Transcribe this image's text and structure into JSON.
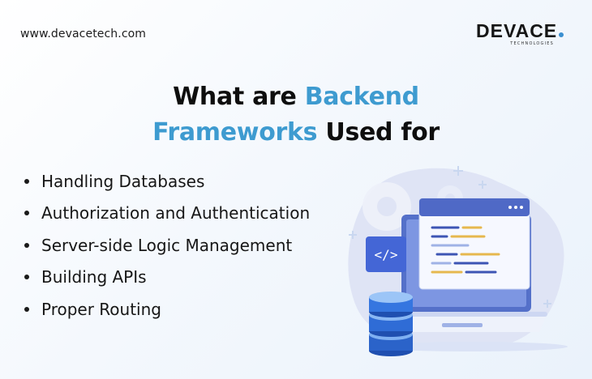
{
  "header": {
    "url": "www.devacetech.com",
    "brand": {
      "name": "DEVACE",
      "tagline": "TECHNOLOGIES",
      "accent_color": "#3b8fd0"
    }
  },
  "title": {
    "part1": "What are ",
    "part2": "Backend",
    "part3": "Frameworks",
    "part4": " Used for",
    "accent_color": "#3e9bd0"
  },
  "list": {
    "items": [
      {
        "label": "Handling Databases"
      },
      {
        "label": "Authorization and Authentication"
      },
      {
        "label": "Server-side Logic Management"
      },
      {
        "label": "Building APIs"
      },
      {
        "label": "Proper Routing"
      }
    ]
  },
  "illustration": {
    "code_tag": "</>",
    "icons": [
      "code-window-icon",
      "laptop-icon",
      "database-stack-icon",
      "gear-icon"
    ]
  }
}
